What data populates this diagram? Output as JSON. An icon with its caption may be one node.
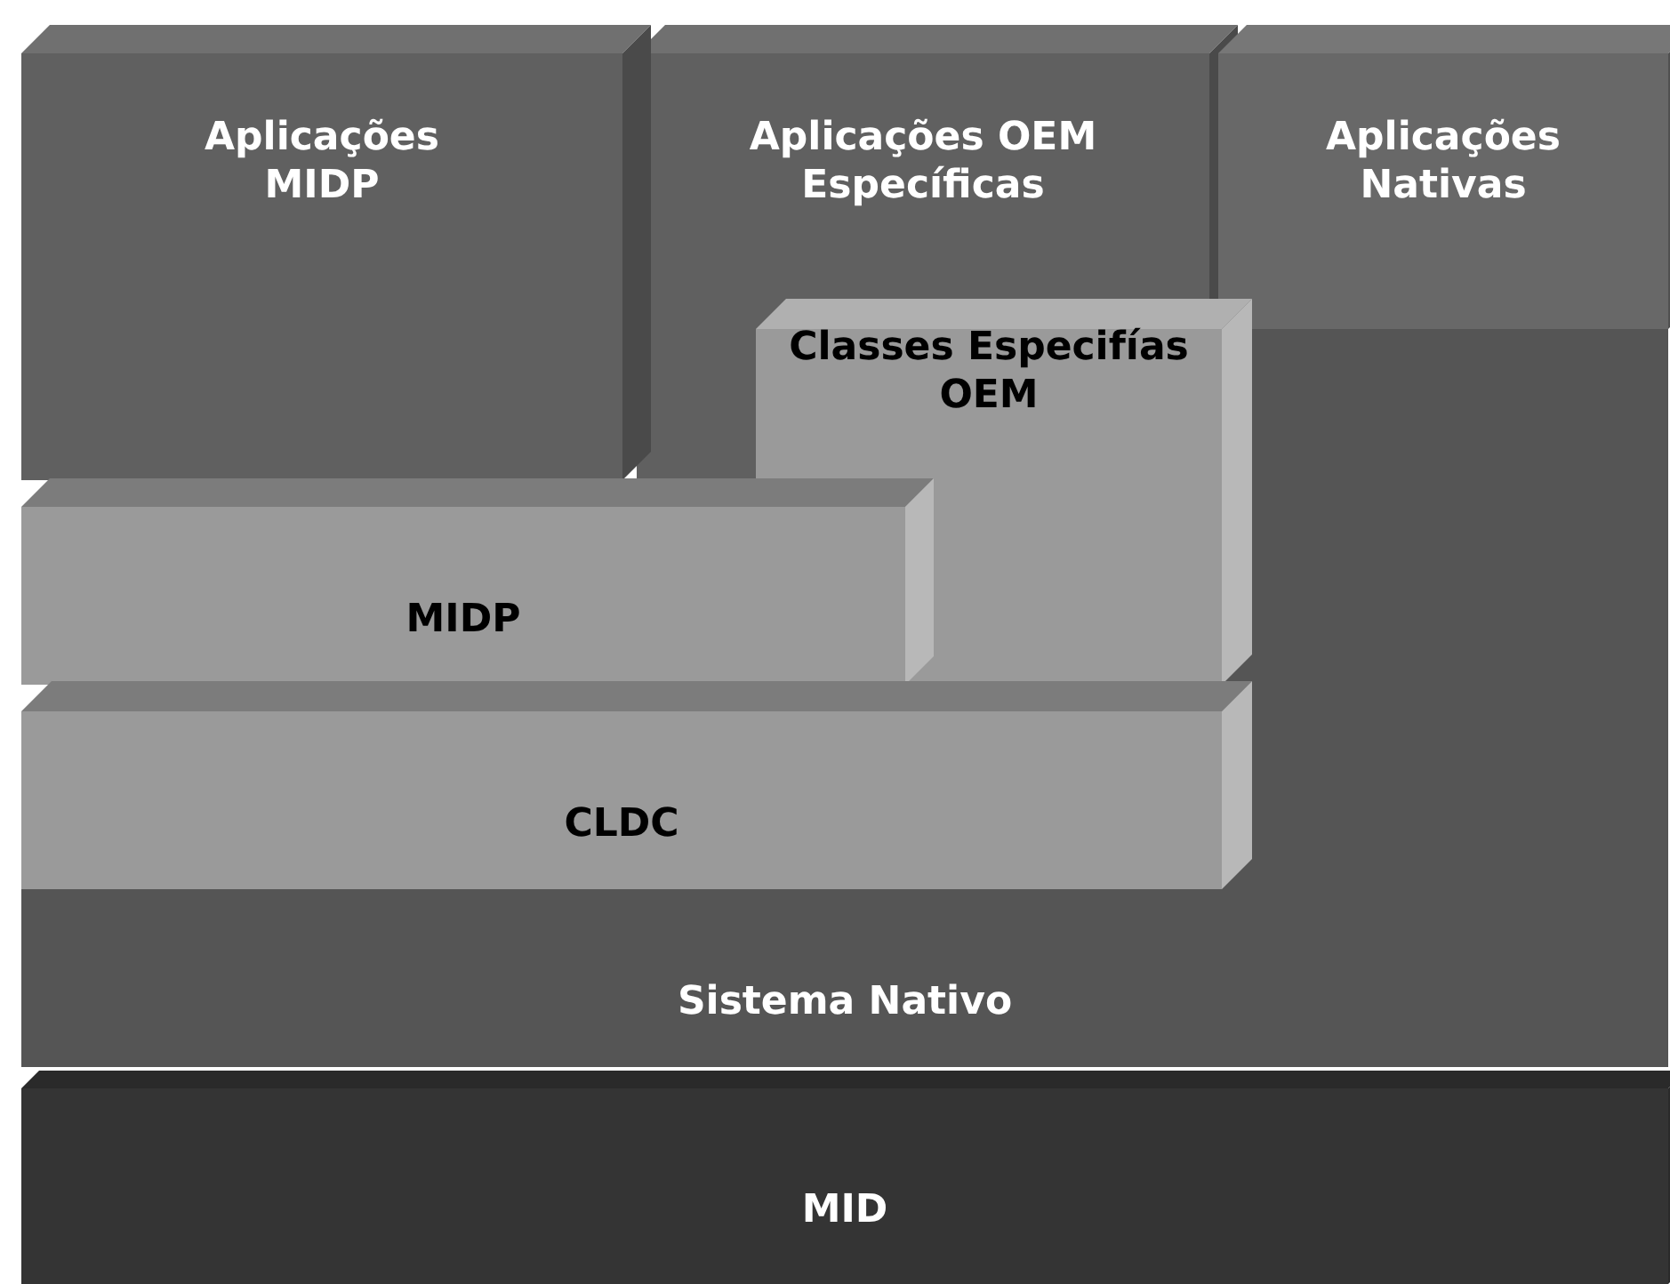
{
  "diagram": {
    "nodes": [
      {
        "text": [
          "Aplicações MIDP"
        ]
      },
      {
        "text": [
          "Aplicações OEM Específicas"
        ]
      },
      {
        "text": [
          "Aplicações Nativas"
        ]
      },
      {
        "text": [
          "Classes Especifías OEM"
        ]
      },
      {
        "text": [
          "MIDP"
        ]
      },
      {
        "text": [
          "CLDC"
        ]
      },
      {
        "text": [
          "Sistema Nativo"
        ]
      },
      {
        "text": [
          "MID"
        ]
      }
    ]
  }
}
